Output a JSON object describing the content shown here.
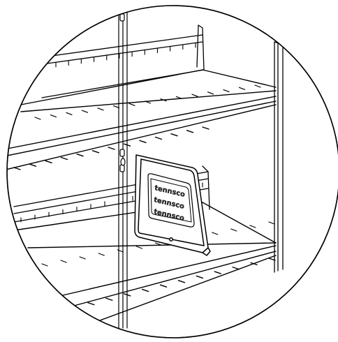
{
  "diagram": {
    "divider_logo": [
      "tennsco",
      "tennsco",
      "tennsco"
    ]
  },
  "colors": {
    "line": "#000000",
    "background": "#ffffff",
    "logo_fill": "#2b2b2b"
  }
}
